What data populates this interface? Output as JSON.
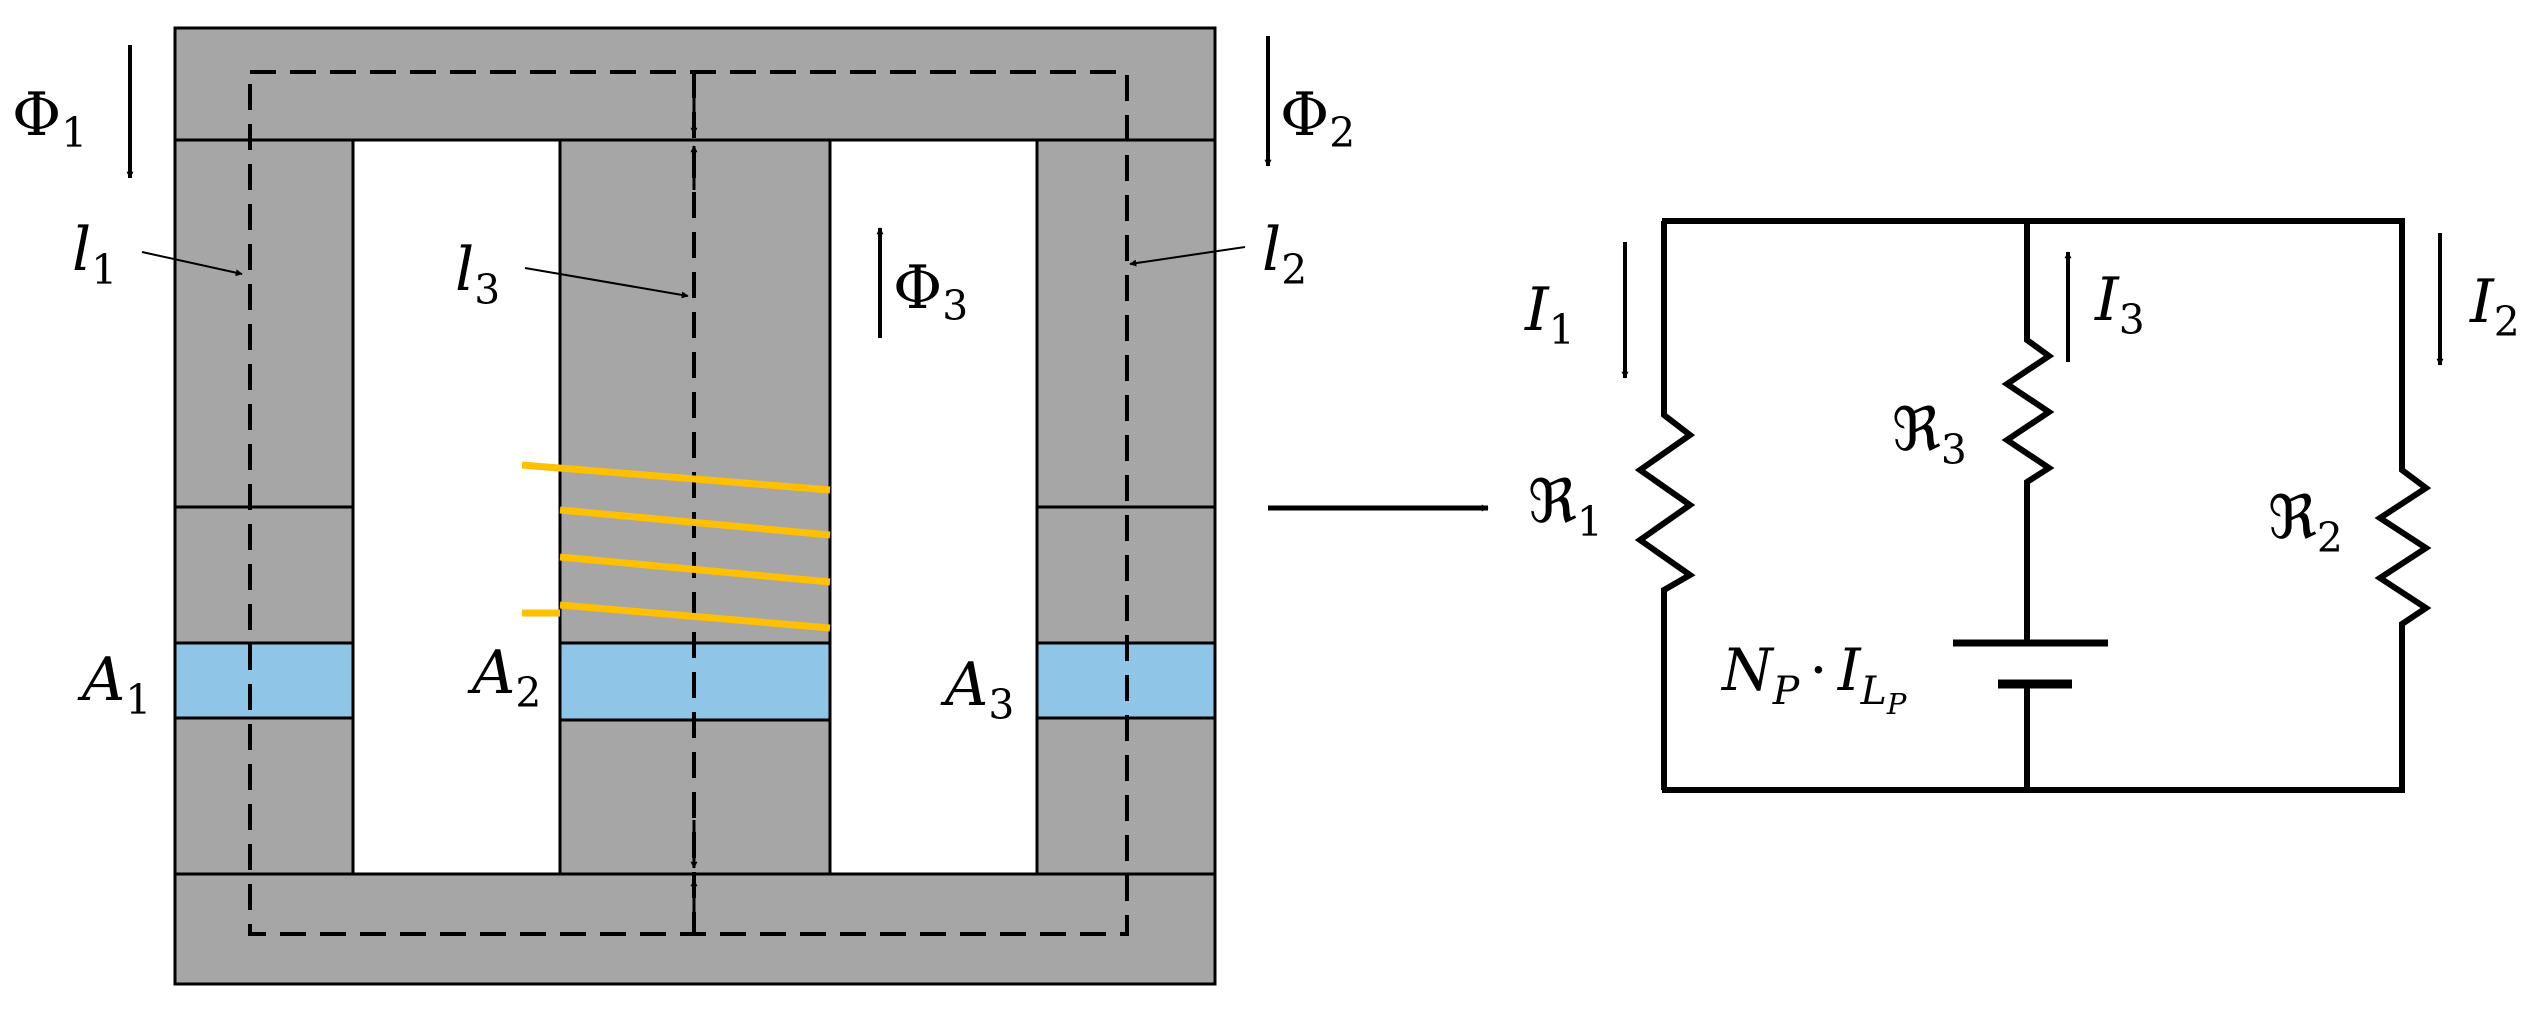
{
  "colors": {
    "core": "#a6a6a6",
    "air_gap": "#8fc5e6",
    "coil": "#ffc000",
    "line": "#000000",
    "background": "#ffffff"
  },
  "core_labels": {
    "phi1": {
      "main": "Φ",
      "sub": "1"
    },
    "phi2": {
      "main": "Φ",
      "sub": "2"
    },
    "phi3": {
      "main": "Φ",
      "sub": "3"
    },
    "l1": {
      "main": "l",
      "sub": "1"
    },
    "l2": {
      "main": "l",
      "sub": "2"
    },
    "l3": {
      "main": "l",
      "sub": "3"
    },
    "a1": {
      "main": "A",
      "sub": "1"
    },
    "a2": {
      "main": "A",
      "sub": "2"
    },
    "a3": {
      "main": "A",
      "sub": "3"
    }
  },
  "circuit_labels": {
    "i1": {
      "main": "I",
      "sub": "1"
    },
    "i2": {
      "main": "I",
      "sub": "2"
    },
    "i3": {
      "main": "I",
      "sub": "3"
    },
    "r1": {
      "main": "ℜ",
      "sub": "1"
    },
    "r2": {
      "main": "ℜ",
      "sub": "2"
    },
    "r3": {
      "main": "ℜ",
      "sub": "3"
    },
    "source": {
      "n": "N",
      "n_sub": "P",
      "dot": "·",
      "i": "I",
      "i_sub": "L",
      "i_subsub": "P"
    }
  }
}
